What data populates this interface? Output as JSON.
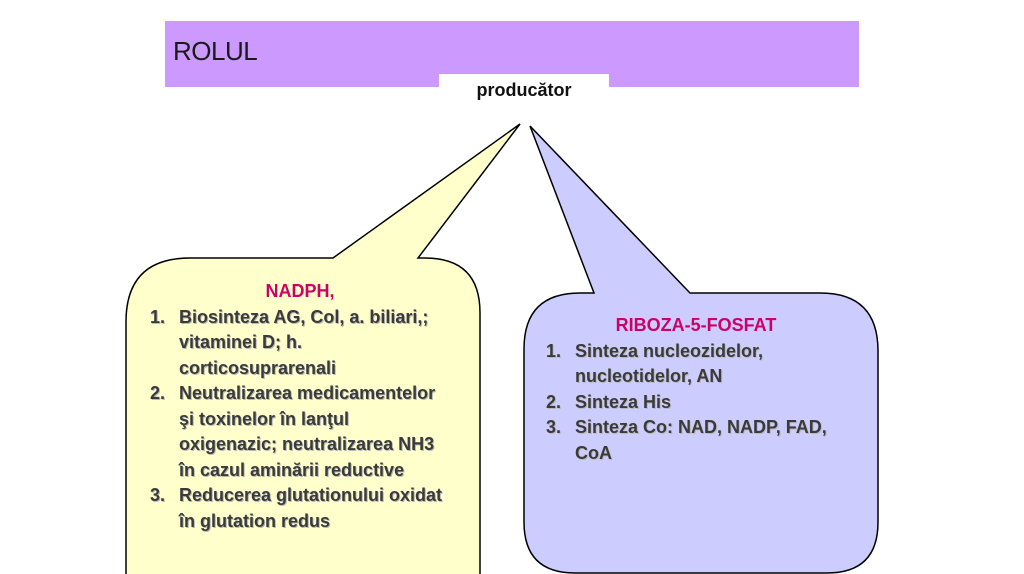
{
  "title": "ROLUL",
  "center_label": "producător",
  "colors": {
    "title_bar": "#cc99ff",
    "left_box": "#ffffcc",
    "right_box": "#ccccff",
    "heading": "#cc0066"
  },
  "left_box": {
    "heading": "NADPH,",
    "items": [
      {
        "num": "1.",
        "text": "Biosinteza AG, Col, a. biliari,; vitaminei D; h. corticosuprarenali"
      },
      {
        "num": "2.",
        "text": "Neutralizarea medicamentelor şi toxinelor în lanţul oxigenazic; neutralizarea NH3 în cazul aminării reductive"
      },
      {
        "num": "3.",
        "text": "Reducerea glutationului oxidat în glutation redus"
      }
    ]
  },
  "right_box": {
    "heading": "RIBOZA-5-FOSFAT",
    "items": [
      {
        "num": "1.",
        "text": "Sinteza nucleozidelor, nucleotidelor, AN"
      },
      {
        "num": "2.",
        "text": "Sinteza His"
      },
      {
        "num": "3.",
        "text": "Sinteza Co: NAD, NADP, FAD, CoA"
      }
    ]
  }
}
